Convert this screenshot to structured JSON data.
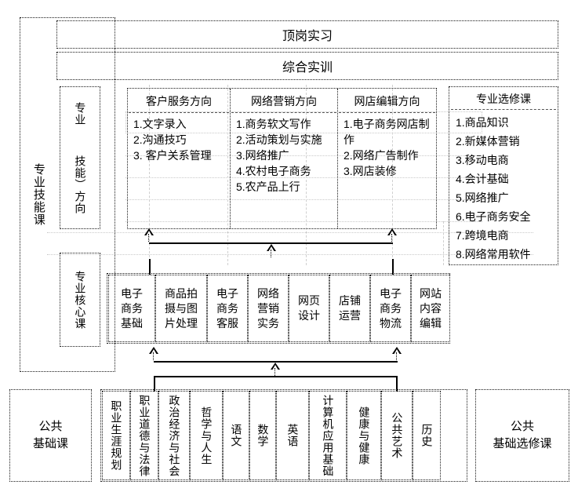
{
  "diagram": {
    "title_bars": [
      {
        "label": "顶岗实习"
      },
      {
        "label": "综合实训"
      }
    ],
    "left_axis_label": "专业技能课",
    "skill_direction_label_top": "专业",
    "skill_direction_label_bottom": "技能）方向",
    "core_axis_label": "专业核心课",
    "public_base_label": "公共\n基础课",
    "public_elective_label": "公共\n基础选修课",
    "directions": [
      {
        "header": "客户服务方向",
        "items": [
          "1.文字录入",
          "2.沟通技巧",
          "3. 客户关系管理"
        ]
      },
      {
        "header": "网络营销方向",
        "items": [
          "1.商务软文写作",
          "2.活动策划与实施",
          "3.网络推广",
          "4.农村电子商务",
          "5.农产品上行"
        ]
      },
      {
        "header": "网店编辑方向",
        "items": [
          "1.电子商务网店制作",
          "2.网络广告制作",
          "3.网店装修"
        ]
      }
    ],
    "elective": {
      "header": "专业选修课",
      "items": [
        "1.商品知识",
        "2.新媒体营销",
        "3.移动电商",
        "4.会计基础",
        "5.网络推广",
        "6.电子商务安全",
        "7.跨境电商",
        "8.网络常用软件"
      ]
    },
    "core_courses": [
      "电子\n商务\n基础",
      "商品拍\n摄与图\n片处理",
      "电子\n商务\n客服",
      "网络\n营销\n实务",
      "网页\n设计",
      "店铺\n运营",
      "电子\n商务\n物流",
      "网站\n内容\n编辑"
    ],
    "general_courses": [
      "职业生涯规划",
      "职业道德与法律",
      "政治经济与社会",
      "哲学与人生",
      "语文",
      "数学",
      "英语",
      "计算机应用基础",
      "健康与健康",
      "公共艺术",
      "历史"
    ]
  }
}
